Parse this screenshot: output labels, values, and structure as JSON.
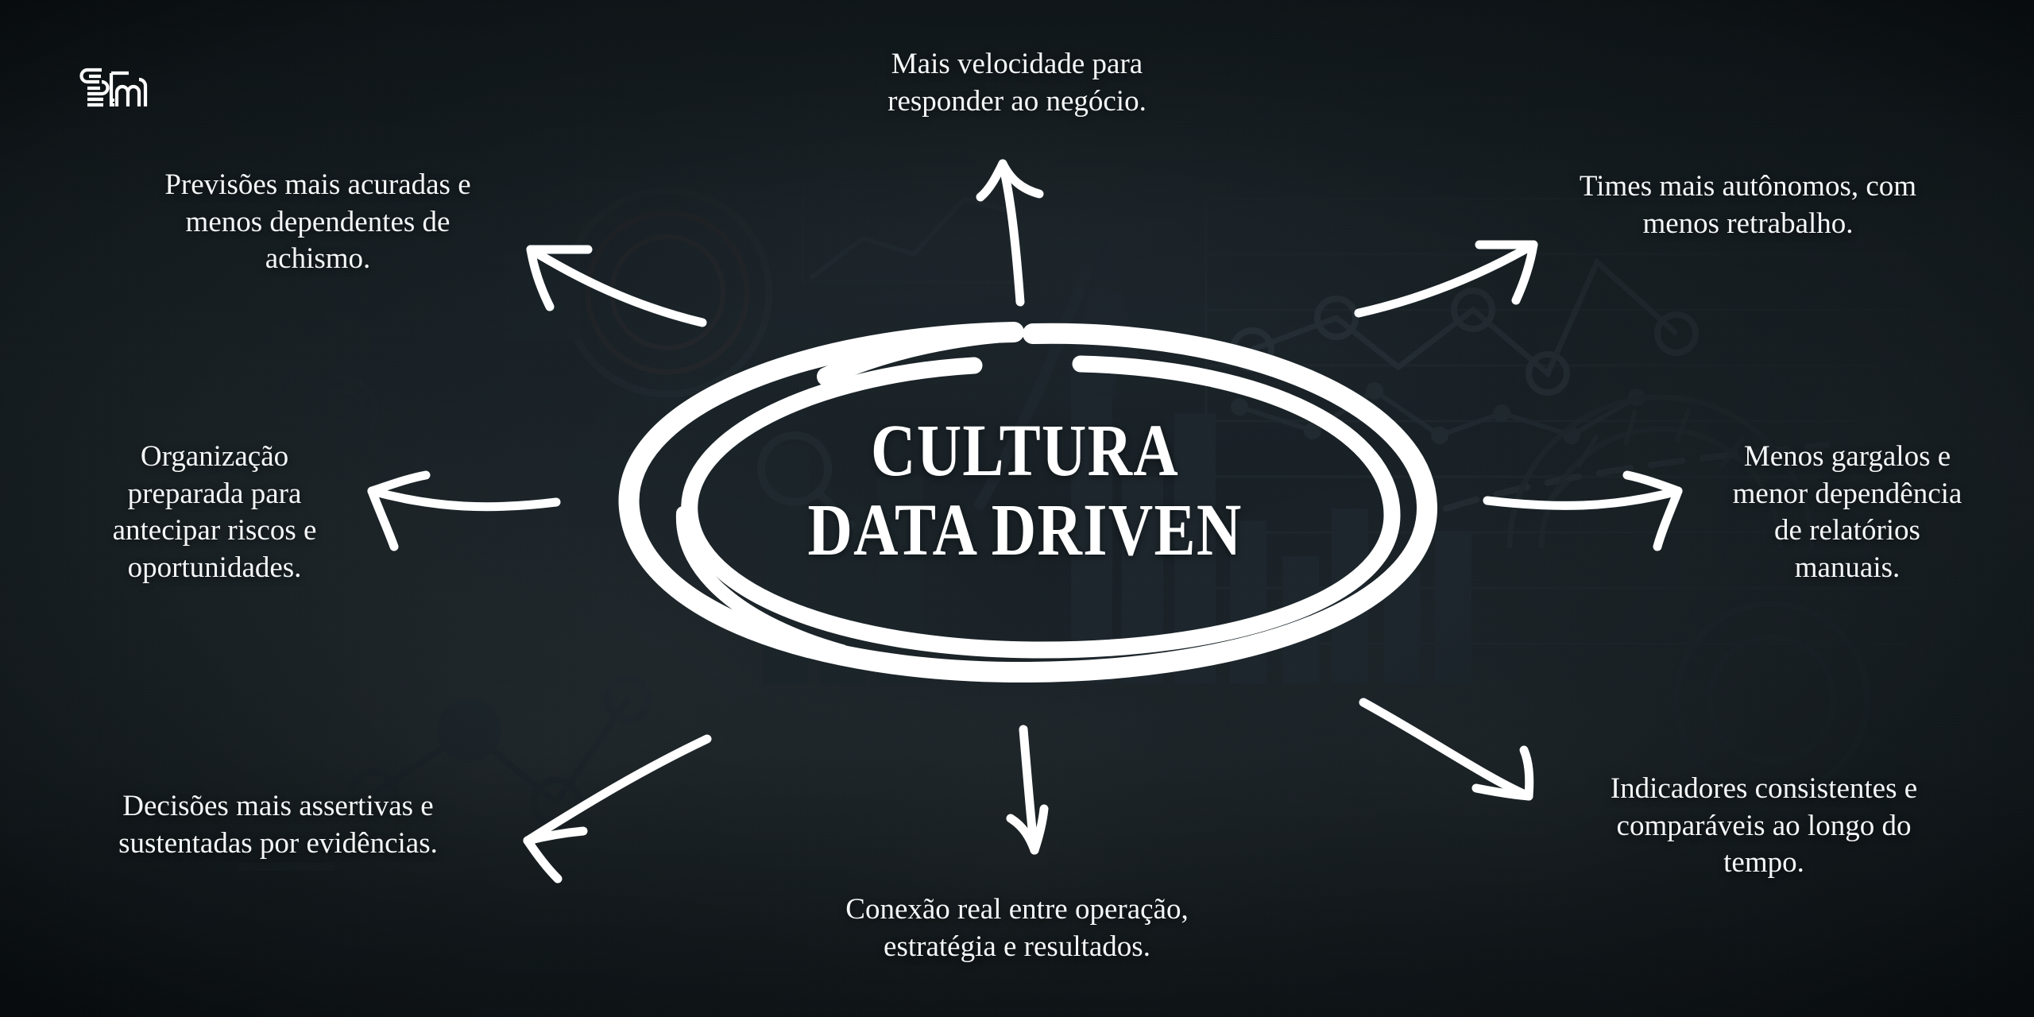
{
  "brand": {
    "logo_name": "spm-logo",
    "logo_alt": "SPM"
  },
  "theme": {
    "background": "#1c262b",
    "ink": "#ffffff",
    "text": "#f4f6f7",
    "accent": "#ffffff"
  },
  "center": {
    "line1": "CULTURA",
    "line2": "DATA DRIVEN"
  },
  "callouts": [
    {
      "id": "top",
      "position": "top",
      "line1": "Mais velocidade para",
      "line2": "responder ao negócio.",
      "arrow": "arrow-up"
    },
    {
      "id": "top-left",
      "position": "top-left",
      "line1": "Previsões mais acuradas e",
      "line2": "menos dependentes de",
      "line3": "achismo.",
      "arrow": "arrow-up-left"
    },
    {
      "id": "left",
      "position": "left",
      "line1": "Organização",
      "line2": "preparada para",
      "line3": "antecipar riscos e",
      "line4": "oportunidades.",
      "arrow": "arrow-left"
    },
    {
      "id": "bottom-left",
      "position": "bottom-left",
      "line1": "Decisões mais assertivas e",
      "line2": "sustentadas por evidências.",
      "arrow": "arrow-down-left"
    },
    {
      "id": "bottom",
      "position": "bottom",
      "line1": "Conexão real entre operação,",
      "line2": "estratégia e resultados.",
      "arrow": "arrow-down"
    },
    {
      "id": "bottom-right",
      "position": "bottom-right",
      "line1": "Indicadores consistentes e",
      "line2": "comparáveis ao longo do",
      "line3": "tempo.",
      "arrow": "arrow-down-right"
    },
    {
      "id": "right",
      "position": "right",
      "line1": "Menos gargalos e",
      "line2": "menor dependência",
      "line3": "de relatórios",
      "line4": "manuais.",
      "arrow": "arrow-right"
    },
    {
      "id": "top-right",
      "position": "top-right",
      "line1": "Times mais autônomos, com",
      "line2": "menos retrabalho.",
      "arrow": "arrow-up-right"
    }
  ]
}
